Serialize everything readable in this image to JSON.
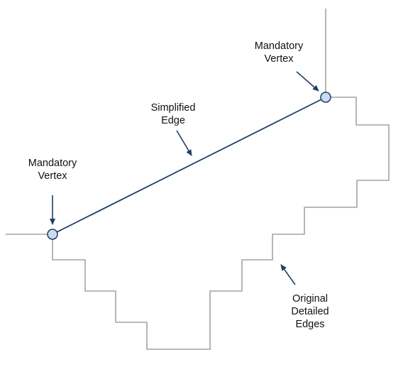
{
  "colors": {
    "background": "#ffffff",
    "original_edge": "#a3a3a3",
    "simplified_edge": "#1f3f63",
    "arrow": "#1f3f63",
    "vertex_fill": "#c9dcf1",
    "vertex_stroke": "#1f3f63"
  },
  "labels": {
    "mandatory_vertex_left": {
      "line1": "Mandatory",
      "line2": "Vertex"
    },
    "mandatory_vertex_right": {
      "line1": "Mandatory",
      "line2": "Vertex"
    },
    "simplified_edge": {
      "line1": "Simplified",
      "line2": "Edge"
    },
    "original_edges": {
      "line1": "Original",
      "line2": "Detailed",
      "line3": "Edges"
    }
  }
}
